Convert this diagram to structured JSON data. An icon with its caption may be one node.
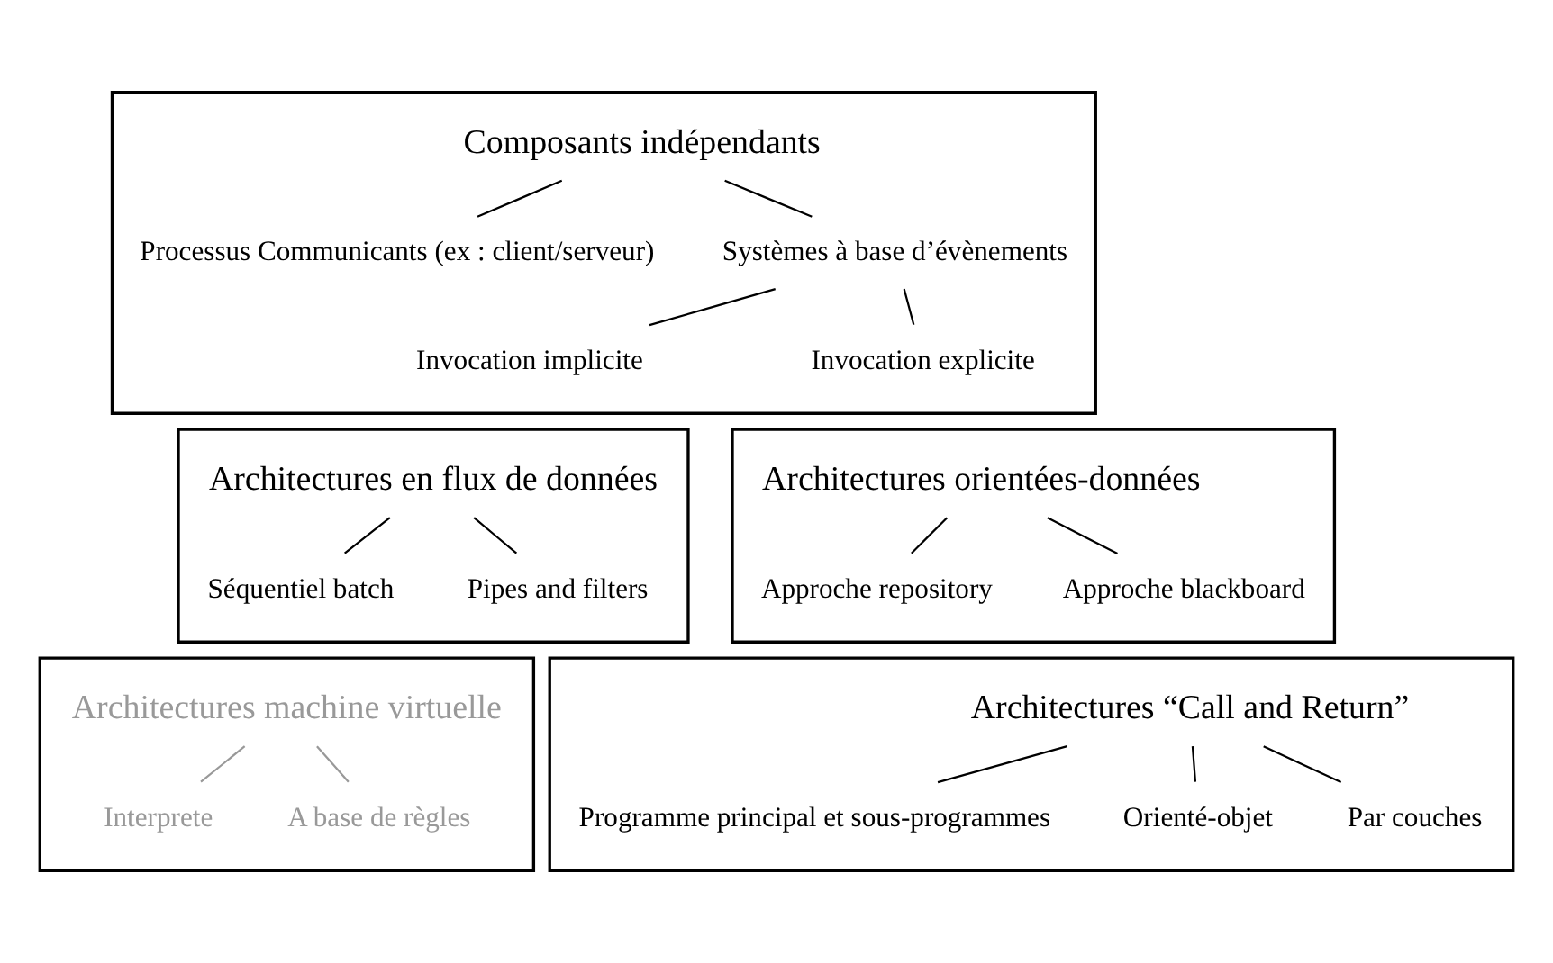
{
  "diagram": {
    "nodes": [
      {
        "text": [],
        "shape": "box"
      },
      {
        "text": [
          "Composants indépendants"
        ],
        "in": 0
      },
      {
        "text": [
          "Processus Communicants (ex : client/serveur)"
        ],
        "in": 0
      },
      {
        "text": [
          "Systèmes à base d’évènements"
        ],
        "in": 0
      },
      {
        "text": [
          "Invocation implicite"
        ],
        "in": 0
      },
      {
        "text": [
          "Invocation explicite"
        ],
        "in": 0
      },
      {
        "text": [],
        "shape": "box"
      },
      {
        "text": [
          "Architectures en flux de données"
        ],
        "in": 6
      },
      {
        "text": [
          "Séquentiel batch"
        ],
        "in": 6
      },
      {
        "text": [
          "Pipes and filters"
        ],
        "in": 6
      },
      {
        "text": [],
        "shape": "box"
      },
      {
        "text": [
          "Architectures orientées-données"
        ],
        "in": 10
      },
      {
        "text": [
          "Approche repository"
        ],
        "in": 10
      },
      {
        "text": [
          "Approche blackboard"
        ],
        "in": 10
      },
      {
        "text": [],
        "shape": "box"
      },
      {
        "text": [
          "Architectures machine virtuelle"
        ],
        "in": 14
      },
      {
        "text": [
          "Interprete"
        ],
        "in": 14
      },
      {
        "text": [
          "A base de règles"
        ],
        "in": 14
      },
      {
        "text": [],
        "shape": "box"
      },
      {
        "text": [
          "Architectures “Call and Return”"
        ],
        "in": 18
      },
      {
        "text": [
          "Programme principal et sous-programmes"
        ],
        "in": 18
      },
      {
        "text": [
          "Orienté-objet"
        ],
        "in": 18
      },
      {
        "text": [
          "Par couches"
        ],
        "in": 18
      }
    ],
    "edges": [
      {
        "from": 1,
        "to": 2,
        "arrow": "none"
      },
      {
        "from": 1,
        "to": 3,
        "arrow": "none"
      },
      {
        "from": 3,
        "to": 4,
        "arrow": "none"
      },
      {
        "from": 3,
        "to": 5,
        "arrow": "none"
      },
      {
        "from": 7,
        "to": 8,
        "arrow": "none"
      },
      {
        "from": 7,
        "to": 9,
        "arrow": "none"
      },
      {
        "from": 11,
        "to": 12,
        "arrow": "none"
      },
      {
        "from": 11,
        "to": 13,
        "arrow": "none"
      },
      {
        "from": 15,
        "to": 16,
        "arrow": "none",
        "color": "#999999"
      },
      {
        "from": 15,
        "to": 17,
        "arrow": "none",
        "color": "#999999"
      },
      {
        "from": 19,
        "to": 20,
        "arrow": "none"
      },
      {
        "from": 19,
        "to": 21,
        "arrow": "none"
      },
      {
        "from": 19,
        "to": 22,
        "arrow": "none"
      }
    ]
  }
}
